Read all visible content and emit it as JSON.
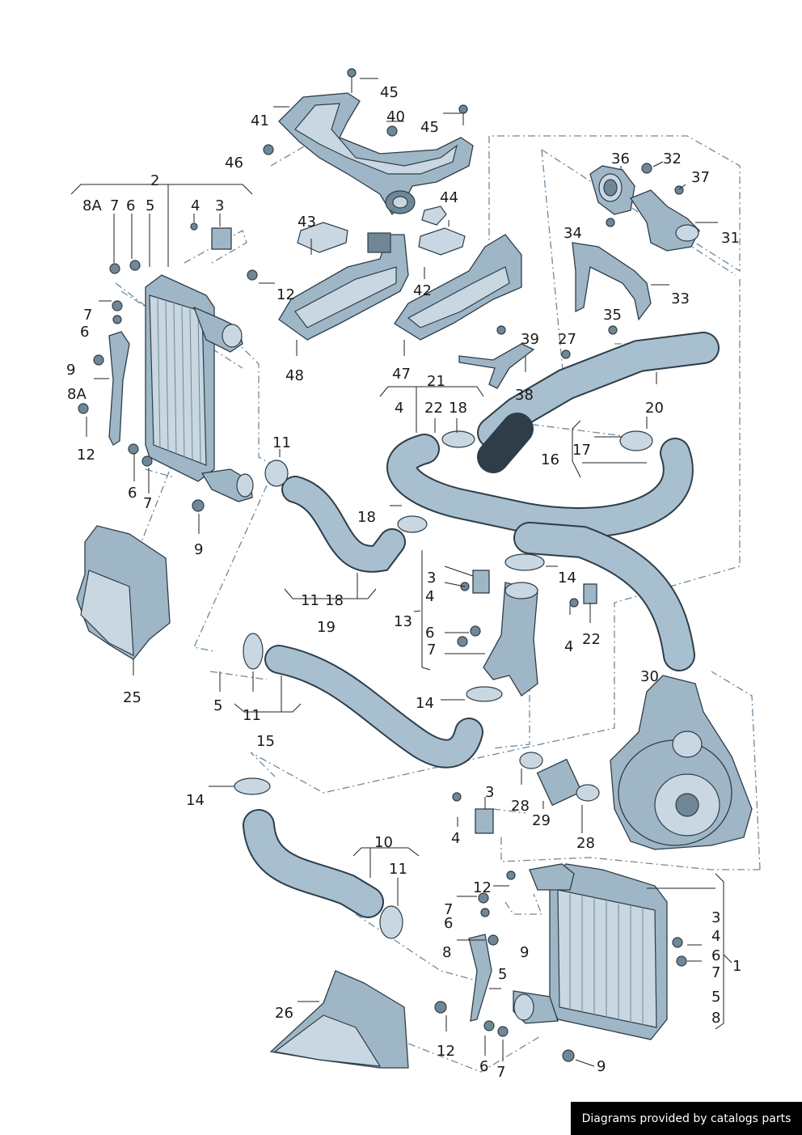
{
  "credit": "Diagrams provided by catalogs parts",
  "labels": {
    "l45a": "45",
    "l41": "41",
    "l40": "40",
    "l45b": "45",
    "l46": "46",
    "l2": "2",
    "l8Aa": "8A",
    "l7a": "7",
    "l6a": "6",
    "l5a": "5",
    "l4a": "4",
    "l3a": "3",
    "l43": "43",
    "l44": "44",
    "l36": "36",
    "l32": "32",
    "l37": "37",
    "l31": "31",
    "l34": "34",
    "l12a": "12",
    "l7b": "7",
    "l6b": "6",
    "l9a": "9",
    "l8Ab": "8A",
    "l12b": "12",
    "l42": "42",
    "l33": "33",
    "l35": "35",
    "l48": "48",
    "l47": "47",
    "l39": "39",
    "l27": "27",
    "l21": "21",
    "l4b": "4",
    "l22a": "22",
    "l18a": "18",
    "l38": "38",
    "l20": "20",
    "l17": "17",
    "l16": "16",
    "l11a": "11",
    "l6c": "6",
    "l7c": "7",
    "l9b": "9",
    "l18b": "18",
    "l11b": "11",
    "l18c": "18",
    "l19": "19",
    "l3b": "3",
    "l4c": "4",
    "l13": "13",
    "l6d": "6",
    "l7d": "7",
    "l14a": "14",
    "l22b": "22",
    "l4d": "4",
    "l25": "25",
    "l5b": "5",
    "l11c": "11",
    "l14b": "14",
    "l30": "30",
    "l15": "15",
    "l14c": "14",
    "l3c": "3",
    "l28a": "28",
    "l29": "29",
    "l28b": "28",
    "l4e": "4",
    "l10": "10",
    "l11d": "11",
    "l12c": "12",
    "l7e": "7",
    "l6e": "6",
    "l9c": "9",
    "l8": "8",
    "l5c": "5",
    "l26": "26",
    "l12d": "12",
    "l6f": "6",
    "l7f": "7",
    "l9d": "9",
    "l3d": "3",
    "l4f": "4",
    "l6g": "6",
    "l7g": "7",
    "l1": "1",
    "l5d": "5",
    "l8b": "8"
  },
  "parts": {
    "top_manifold": "intake-duct-icon",
    "left_cooler": "intercooler-icon",
    "right_cooler": "intercooler-icon",
    "turbo": "turbocharger-icon",
    "throttle": "throttle-body-icon"
  },
  "colors": {
    "part_fill": "#9fb6c6",
    "part_light": "#c8d7e1",
    "outline": "#2e3d48",
    "dashline": "#6b8aa0"
  }
}
